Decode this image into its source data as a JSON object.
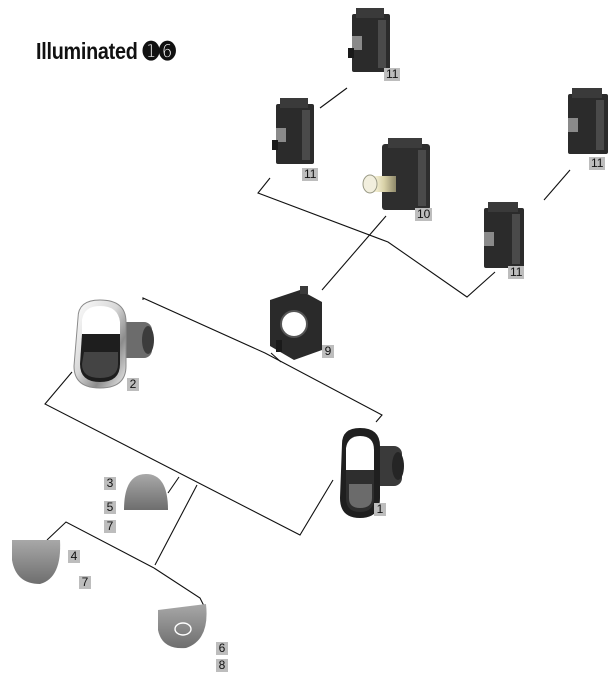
{
  "title": "Illuminated ➊➏",
  "callouts": {
    "c11_top": "11",
    "c11_left": "11",
    "c10": "10",
    "c11_right_top": "11",
    "c11_right": "11",
    "c9": "9",
    "c2": "2",
    "c1": "1",
    "c3": "3",
    "c5": "5",
    "c7_a": "7",
    "c4": "4",
    "c7_b": "7",
    "c6": "6",
    "c8": "8"
  },
  "colors": {
    "line": "#111111",
    "module_dark": "#2b2b2b",
    "module_mid": "#4a4a4a",
    "chrome_light": "#e9e9e9",
    "lens_gray": "#8a8a8a",
    "tag_bg": "#bdbdbd"
  }
}
